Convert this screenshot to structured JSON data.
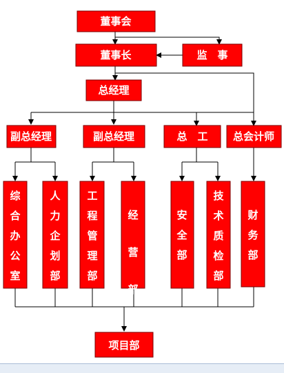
{
  "colors": {
    "box_fill": "#ff0000",
    "box_text": "#ffffff",
    "line": "#000000"
  },
  "nodes": {
    "board": "董事会",
    "chairman": "董事长",
    "supervisor": "监　事",
    "gm": "总经理",
    "vgm1": "副总经理",
    "vgm2": "副总经理",
    "chief_engineer": "总　工",
    "chief_accountant": "总会计师",
    "general_office": "综合办公室",
    "hr": "人力企划部",
    "engineering": "工程管理部",
    "operations": "经营部",
    "safety": "安全部",
    "tech_qc": "技术质检部",
    "finance": "财务部",
    "project": "项目部"
  }
}
